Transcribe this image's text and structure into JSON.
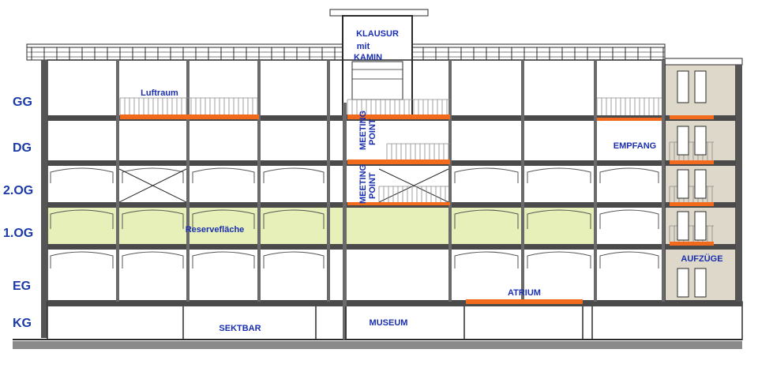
{
  "floors": [
    {
      "id": "gg",
      "label": "GG"
    },
    {
      "id": "dg",
      "label": "DG"
    },
    {
      "id": "og2",
      "label": "2.OG"
    },
    {
      "id": "og1",
      "label": "1.OG"
    },
    {
      "id": "eg",
      "label": "EG"
    },
    {
      "id": "kg",
      "label": "KG"
    }
  ],
  "rooms": {
    "klausur_line1": "KLAUSUR",
    "klausur_line2": "mit",
    "klausur_line3": "KAMIN",
    "luftraum": "Luftraum",
    "meeting_upper_line1": "MEETING",
    "meeting_upper_line2": "POINT",
    "meeting_lower_line1": "MEETING",
    "meeting_lower_line2": "POINT",
    "empfang": "EMPFANG",
    "reserveflaeche": "Reservefläche",
    "aufzuege": "AUFZÜGE",
    "atrium": "ATRIUM",
    "sektbar": "SEKTBAR",
    "museum": "MUSEUM"
  },
  "colors": {
    "highlight_orange": "#f26b1d",
    "reserve_green": "#e6f0b8",
    "text_blue": "#1a2fb0",
    "stair_core": "#ddd8c9",
    "line": "#2a2a2a"
  }
}
